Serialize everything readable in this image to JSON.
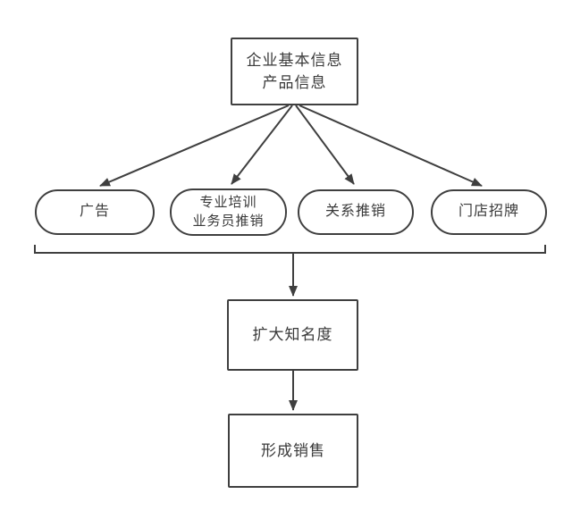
{
  "colors": {
    "background": "#ffffff",
    "line": "#3f3f3f",
    "text": "#3a3a3a"
  },
  "diagram": {
    "type": "flowchart",
    "nodes": {
      "root": {
        "lines": [
          "企业基本信息",
          "产品信息"
        ]
      },
      "channels": [
        {
          "lines": [
            "广告"
          ]
        },
        {
          "lines": [
            "专业培训",
            "业务员推销"
          ]
        },
        {
          "lines": [
            "关系推销"
          ]
        },
        {
          "lines": [
            "门店招牌"
          ]
        }
      ],
      "awareness": {
        "lines": [
          "扩大知名度"
        ]
      },
      "sales": {
        "lines": [
          "形成销售"
        ]
      }
    },
    "edges": [
      "root -> 广告",
      "root -> 专业培训/业务员推销",
      "root -> 关系推销",
      "root -> 门店招牌",
      "channels(bracket) -> 扩大知名度",
      "扩大知名度 -> 形成销售"
    ]
  }
}
